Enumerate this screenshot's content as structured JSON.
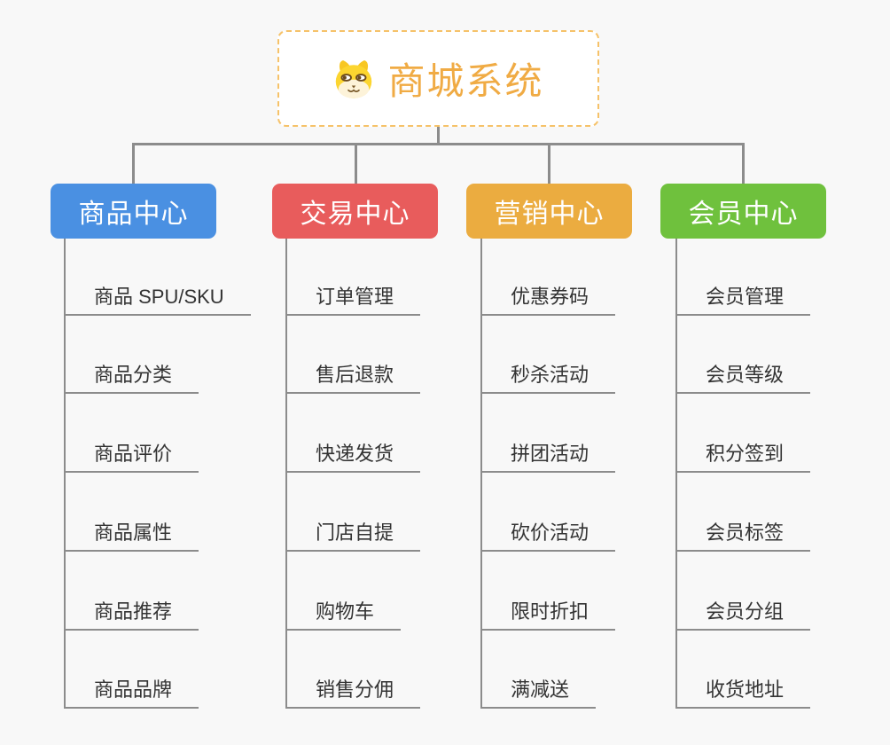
{
  "root": {
    "title": "商城系统",
    "title_color": "#f0ab44",
    "border_color": "#f6c269",
    "icon": "doge-icon"
  },
  "connector_color": "#8c8c8c",
  "branches": [
    {
      "label": "商品中心",
      "color": "#4a90e2",
      "items": [
        "商品 SPU/SKU",
        "商品分类",
        "商品评价",
        "商品属性",
        "商品推荐",
        "商品品牌"
      ]
    },
    {
      "label": "交易中心",
      "color": "#e85c5c",
      "items": [
        "订单管理",
        "售后退款",
        "快递发货",
        "门店自提",
        "购物车",
        "销售分佣"
      ]
    },
    {
      "label": "营销中心",
      "color": "#ebac40",
      "items": [
        "优惠券码",
        "秒杀活动",
        "拼团活动",
        "砍价活动",
        "限时折扣",
        "满减送"
      ]
    },
    {
      "label": "会员中心",
      "color": "#6fc13d",
      "items": [
        "会员管理",
        "会员等级",
        "积分签到",
        "会员标签",
        "会员分组",
        "收货地址"
      ]
    }
  ]
}
